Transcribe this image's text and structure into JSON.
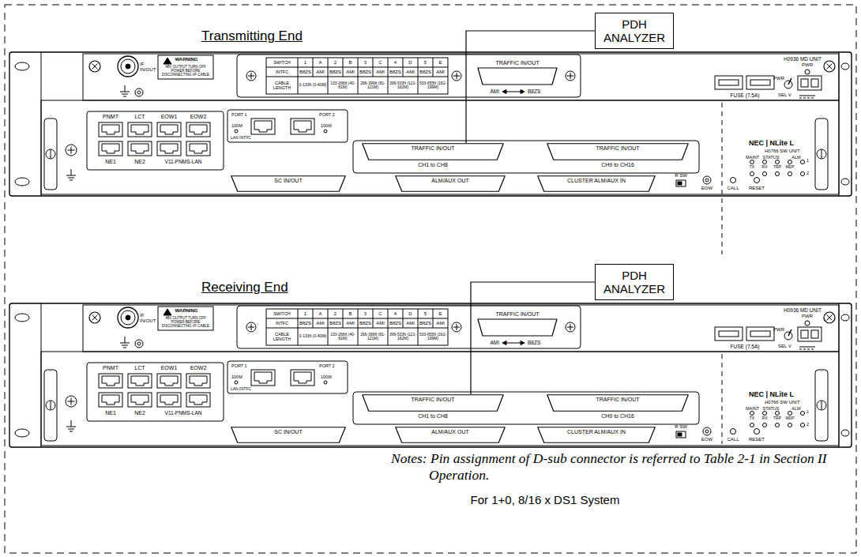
{
  "diagram": {
    "caption": "For 1+0, 8/16 x DS1 System",
    "nodes": [
      {
        "text": [
          "PDH ANALYZER"
        ]
      },
      {
        "text": [
          "TRAFFIC IN/OUT",
          "CH1 to CH8"
        ]
      },
      {
        "text": [
          "TRAFFIC IN/OUT",
          "CH9 to CH16"
        ]
      },
      {
        "text": [
          "SC IN/OUT"
        ]
      },
      {
        "text": [
          "ALM/AUX OUT"
        ]
      },
      {
        "text": [
          "CLUSTER ALM/AUX IN"
        ]
      },
      {
        "text": [
          "PDH ANALYZER"
        ]
      },
      {
        "text": [
          "TRAFFIC IN/OUT",
          "CH1 to CH8"
        ]
      },
      {
        "text": [
          "TRAFFIC IN/OUT",
          "CH9 to CH16"
        ]
      },
      {
        "text": [
          "SC IN/OUT"
        ]
      },
      {
        "text": [
          "ALM/AUX OUT"
        ]
      },
      {
        "text": [
          "CLUSTER ALM/AUX IN"
        ]
      }
    ],
    "edges": [
      {
        "from": 0,
        "to": 1,
        "arrow": "none"
      },
      {
        "from": 6,
        "to": 7,
        "arrow": "none"
      }
    ],
    "labels": [
      "Transmitting End",
      "IF IN/OUT",
      "WARNING",
      "48V OUTPUT TURN OFF POWER BEFORE DISCONNECTING I/F CABLE",
      "SWITCH",
      "1",
      "A",
      "2",
      "B",
      "3",
      "C",
      "4",
      "D",
      "5",
      "E",
      "INTFC",
      "B8ZS",
      "AMI",
      "B8ZS",
      "AMI",
      "B8ZS",
      "AMI",
      "B8ZS",
      "AMI",
      "B8ZS",
      "AMI",
      "CABLE LENGTH",
      "0-133ft (0-40M)",
      "133-266ft (40-81M)",
      "266-399ft (81-121M)",
      "399-533ft (121-162M)",
      "533-655ft (162-199M)",
      "TRAFFIC IN/OUT",
      "AMI",
      "B8ZS",
      "H0936 MD UNIT",
      "PWR",
      "FUSE (7.5A)",
      "PWR",
      "SEL V",
      "PNMT",
      "LCT",
      "EOW1",
      "EOW2",
      "NE1",
      "NE2",
      "V11-PNMS-LAN",
      "PORT 1",
      "100M",
      "LAN INTFC",
      "PORT 2",
      "100M",
      "R SW",
      "EOW",
      "CALL",
      "RESET",
      "NEC | NLite L",
      "H0766 SW UNIT",
      "MAINT",
      "STATUS",
      "ALM",
      "1",
      "TX",
      "RX",
      "TRP",
      "MDP",
      "2",
      "Receiving End",
      "IF IN/OUT",
      "WARNING",
      "48V OUTPUT TURN OFF POWER BEFORE DISCONNECTING I/F CABLE",
      "SWITCH",
      "1",
      "A",
      "2",
      "B",
      "3",
      "C",
      "4",
      "D",
      "5",
      "E",
      "INTFC",
      "B8ZS",
      "AMI",
      "B8ZS",
      "AMI",
      "B8ZS",
      "AMI",
      "B8ZS",
      "AMI",
      "B8ZS",
      "AMI",
      "CABLE LENGTH",
      "0-133ft (0-40M)",
      "133-266ft (40-81M)",
      "266-399ft (81-121M)",
      "399-533ft (121-162M)",
      "533-655ft (162-199M)",
      "TRAFFIC IN/OUT",
      "AMI",
      "B8ZS",
      "H0936 MD UNIT",
      "PWR",
      "FUSE (7.5A)",
      "PWR",
      "SEL V",
      "PNMT",
      "LCT",
      "EOW1",
      "EOW2",
      "NE1",
      "NE2",
      "V11-PNMS-LAN",
      "PORT 1",
      "100M",
      "LAN INTFC",
      "PORT 2",
      "100M",
      "R SW",
      "EOW",
      "CALL",
      "RESET",
      "NEC | NLite L",
      "H0766 SW UNIT",
      "MAINT",
      "STATUS",
      "ALM",
      "1",
      "TX",
      "RX",
      "TRP",
      "MDP",
      "2",
      "Notes: Pin assignment of D-sub connector is referred to Table 2-1 in Section II Operation."
    ]
  }
}
